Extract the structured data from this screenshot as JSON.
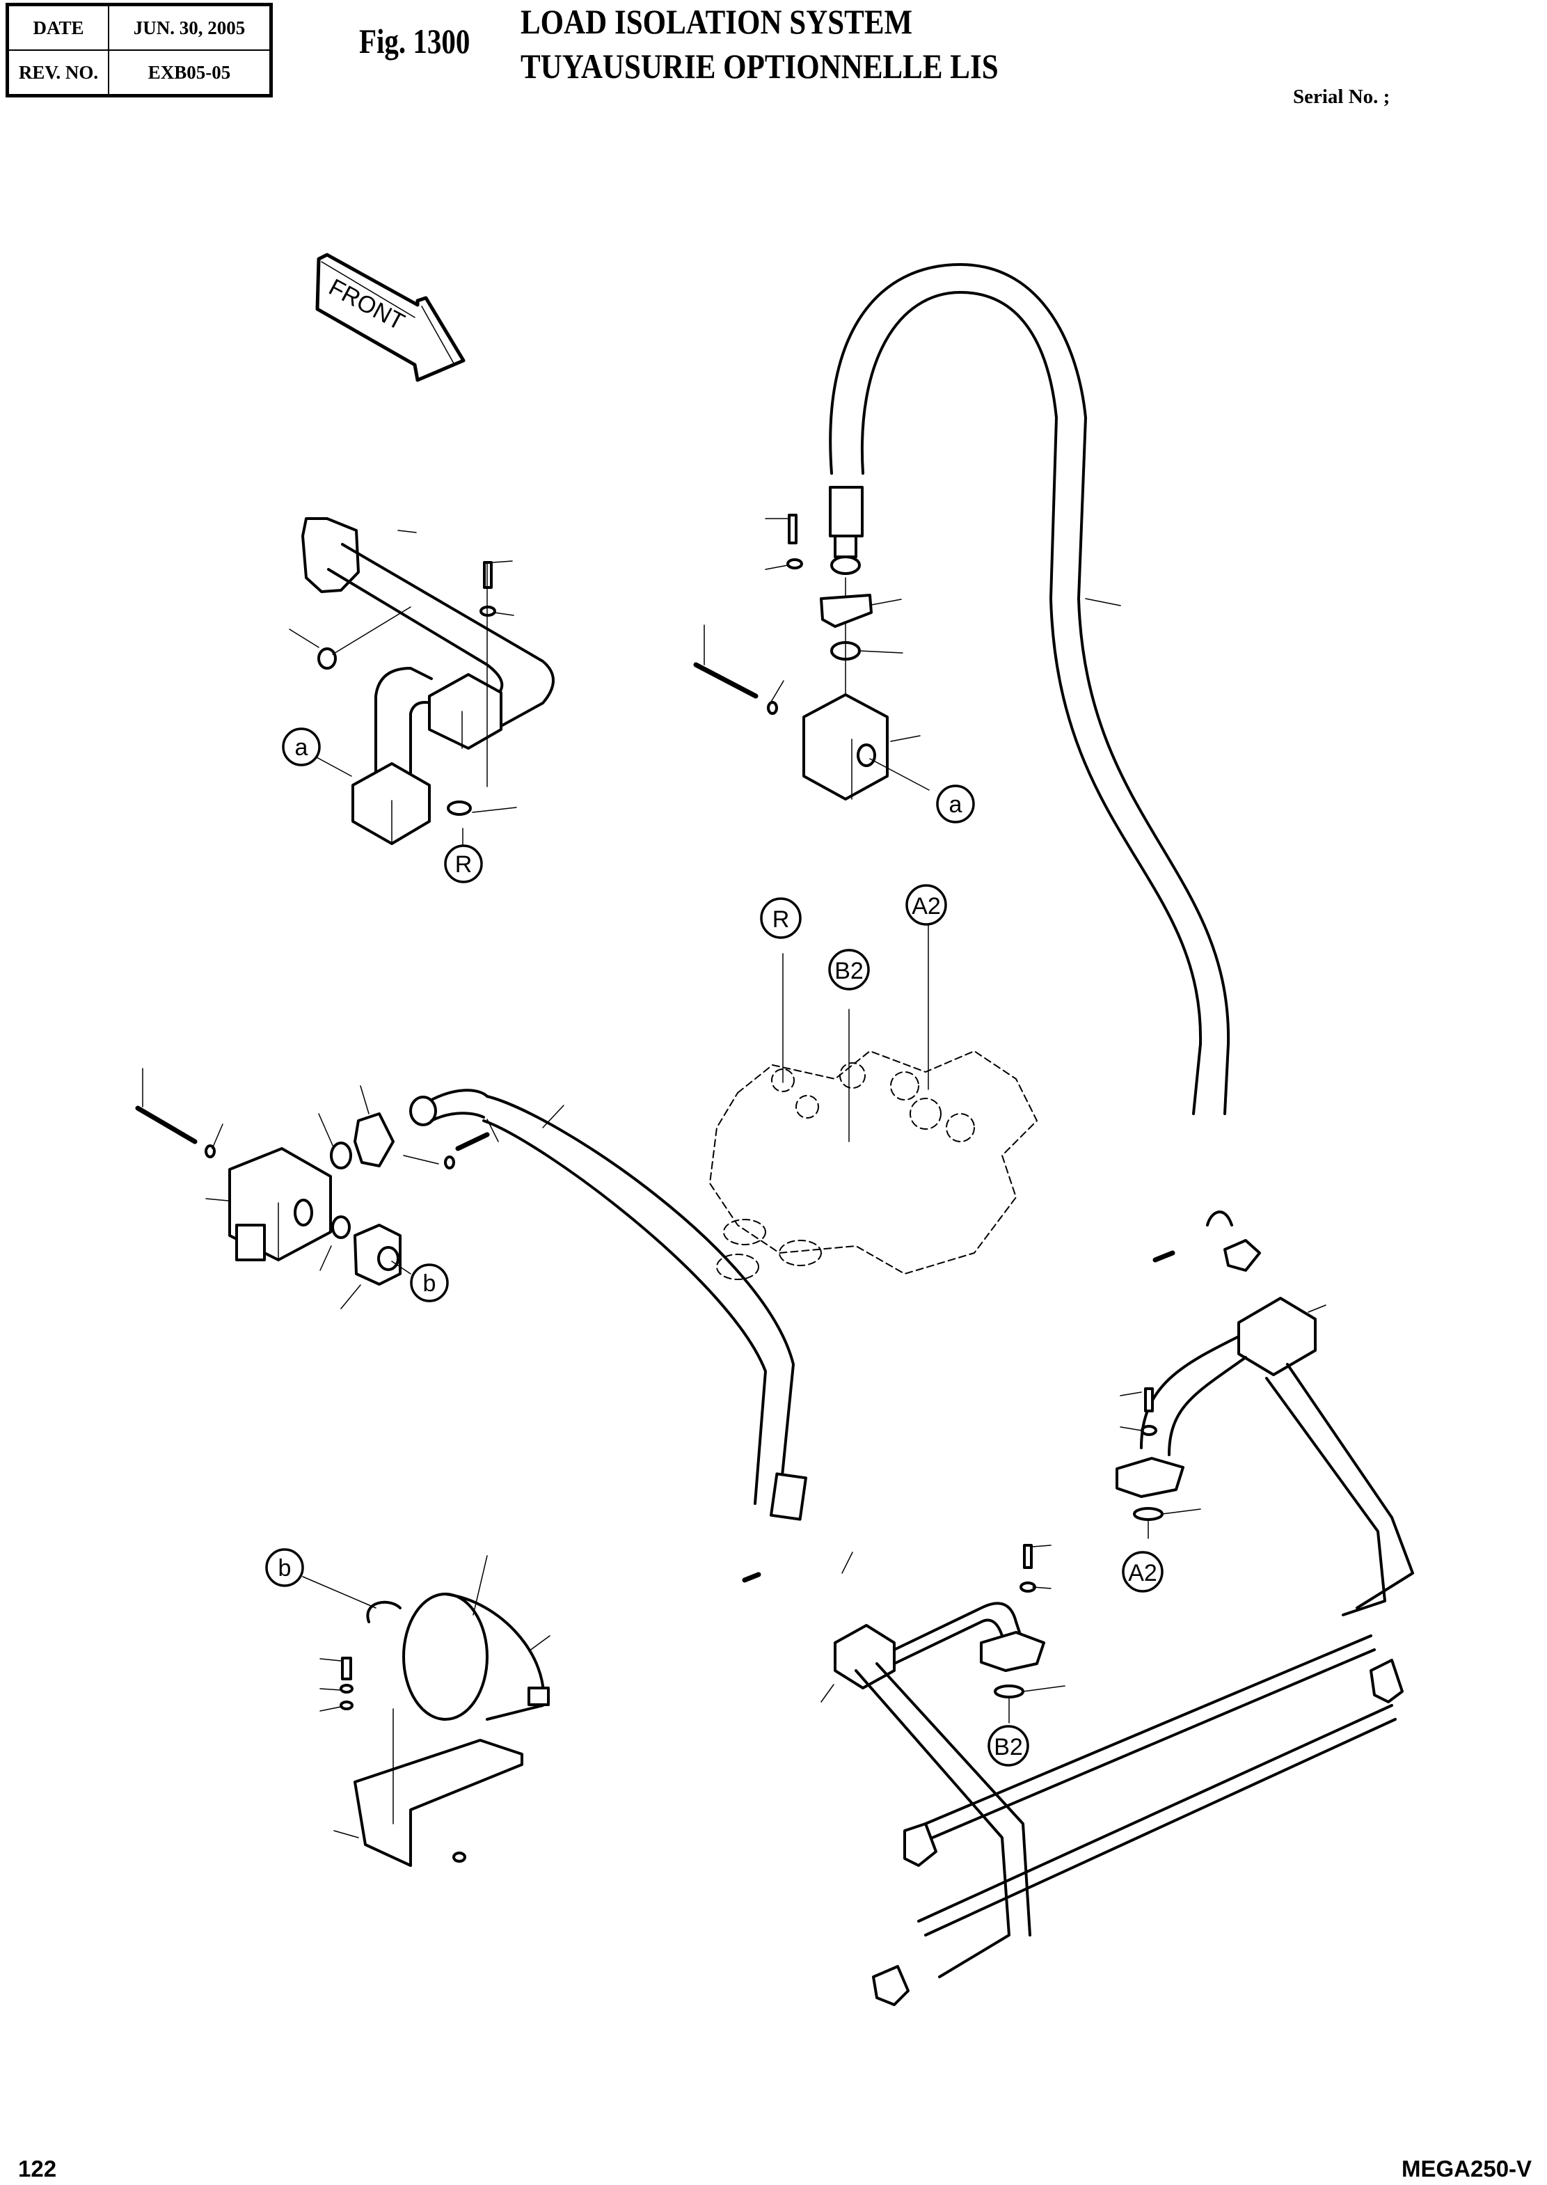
{
  "header": {
    "date_label": "DATE",
    "date_value": "JUN. 30, 2005",
    "rev_label": "REV. NO.",
    "rev_value": "EXB05-05",
    "figure_number": "Fig. 1300",
    "title_en": "LOAD ISOLATION SYSTEM",
    "title_fr": "TUYAUSURIE OPTIONNELLE LIS",
    "serial_label": "Serial No. ;"
  },
  "diagram": {
    "front_arrow_label": "FRONT",
    "callouts": {
      "a_top_left": "a",
      "r_top_left": "R",
      "a_top_center": "a",
      "r_valve": "R",
      "b2_valve": "B2",
      "a2_valve": "A2",
      "b_mid_left": "b",
      "b_accumulator": "b",
      "a2_lower": "A2",
      "b2_lower": "B2"
    }
  },
  "footer": {
    "page_number": "122",
    "model": "MEGA250-V"
  }
}
